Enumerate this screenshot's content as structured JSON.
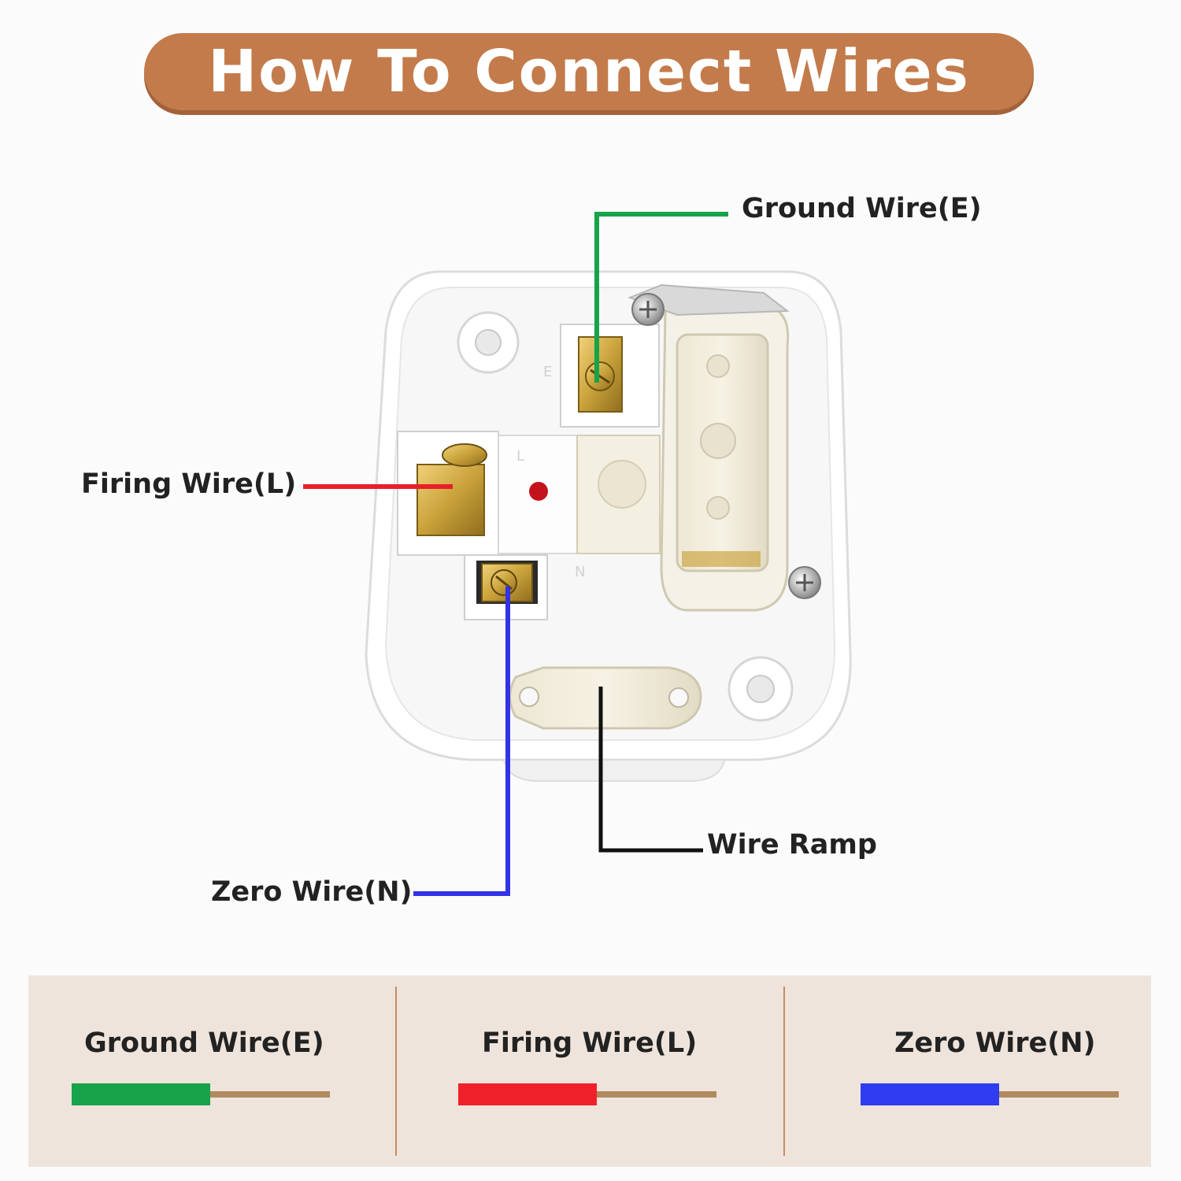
{
  "title": "How To Connect Wires",
  "callouts": {
    "ground": "Ground Wire(E)",
    "firing": "Firing Wire(L)",
    "zero": "Zero Wire(N)",
    "ramp": "Wire Ramp"
  },
  "terminal_marks": {
    "e": "E",
    "l": "L",
    "n": "N"
  },
  "legend": [
    {
      "label": "Ground Wire(E)",
      "color": "#16a34a"
    },
    {
      "label": "Firing Wire(L)",
      "color": "#f0202a"
    },
    {
      "label": "Zero Wire(N)",
      "color": "#2f3cf0"
    }
  ],
  "colors": {
    "banner": "#c37b4b",
    "ground_line": "#16a34a",
    "firing_line": "#e8202a",
    "zero_line": "#3232e6",
    "ramp_line": "#111111",
    "copper": "#b08a5e",
    "legend_bg": "#efe4dc"
  }
}
